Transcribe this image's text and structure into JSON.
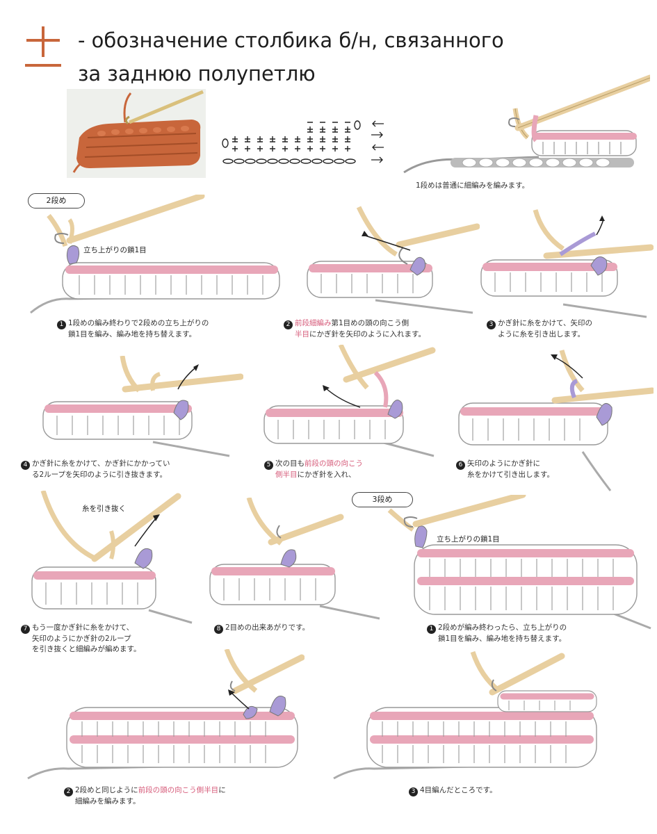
{
  "title": {
    "line1": "- обозначение столбика б/н, связанного",
    "line2": "за заднюю полупетлю"
  },
  "icons": {
    "symbol": "single-crochet-back-loop-symbol-icon",
    "arrow": "row-direction-arrow-icon",
    "hook": "crochet-hook-icon"
  },
  "colors": {
    "accent": "#c8663b",
    "pink": "#e8a6b8",
    "lavender": "#a99ad6",
    "yarn": "#e8cfa0",
    "caption_highlight": "#d65b7a"
  },
  "intro": {
    "caption": "1段めは普通に細編みを編みます。"
  },
  "sections": {
    "row2": "2段め",
    "row3": "3段め"
  },
  "notes": {
    "turning_chain_1": "立ち上がりの鎖1目",
    "pull_through": "糸を引き抜く",
    "turning_chain_2": "立ち上がりの鎖1目"
  },
  "row2_steps": [
    {
      "num": "1",
      "l1": "1段めの編み終わりで2段めの立ち上がりの",
      "l2": "鎖1目を編み、編み地を持ち替えます。"
    },
    {
      "num": "2",
      "l1a": "前段細編み",
      "l1b": "第1目めの頭の向こう側",
      "l2a": "半目",
      "l2b": "にかぎ針を矢印のように入れます。"
    },
    {
      "num": "3",
      "l1": "かぎ針に糸をかけて、矢印の",
      "l2": "ように糸を引き出します。"
    },
    {
      "num": "4",
      "l1": "かぎ針に糸をかけて、かぎ針にかかってい",
      "l2": "る2ループを矢印のように引き抜きます。"
    },
    {
      "num": "5",
      "l1a": "次の目も",
      "l1b": "前段の頭の向こう",
      "l2a": "側",
      "l2b": "半目",
      "l2c": "にかぎ針を入れ、"
    },
    {
      "num": "6",
      "l1": "矢印のようにかぎ針に",
      "l2": "糸をかけて引き出します。"
    },
    {
      "num": "7",
      "l1": "もう一度かぎ針に糸をかけて、",
      "l2": "矢印のようにかぎ針の2ループ",
      "l3": "を引き抜くと細編みが編めます。"
    },
    {
      "num": "8",
      "l1": "2目めの出来あがりです。"
    }
  ],
  "row3_steps": [
    {
      "num": "1",
      "l1": "2段めが編み終わったら、立ち上がりの",
      "l2": "鎖1目を編み、編み地を持ち替えます。"
    },
    {
      "num": "2",
      "l1a": "2段めと同じように",
      "l1b": "前段の頭の向こう側",
      "l1c": "半目",
      "l1d": "に",
      "l2": "細編みを編みます。"
    },
    {
      "num": "3",
      "l1": "4目編んだところです。"
    }
  ]
}
